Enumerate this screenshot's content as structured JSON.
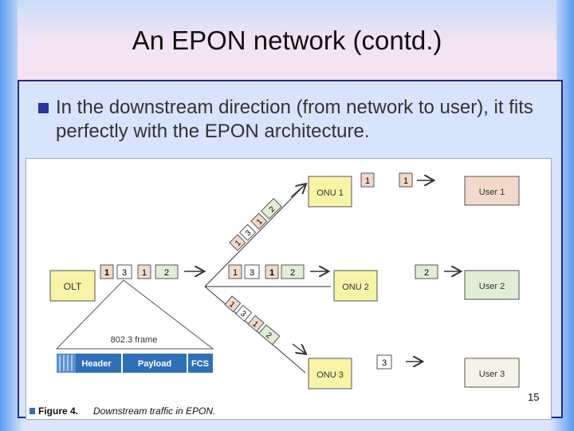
{
  "slide": {
    "title": "An EPON network (contd.)",
    "bullet": "In the downstream direction (from network to user), it fits perfectly with the EPON architecture.",
    "page_number": "15"
  },
  "figure": {
    "caption_label": "Figure 4.",
    "caption_text": "Downstream traffic in EPON.",
    "olt": "OLT",
    "onu1": "ONU 1",
    "onu2": "ONU 2",
    "onu3": "ONU 3",
    "user1": "User 1",
    "user2": "User 2",
    "user3": "User 3",
    "frame_label": "802.3 frame",
    "header": "Header",
    "payload": "Payload",
    "fcs": "FCS",
    "p1": "1",
    "p2": "2",
    "p3": "3"
  },
  "colors": {
    "onu_fill": "#f7f4a8",
    "user1_fill": "#f3d9c9",
    "user2_fill": "#dfeed5",
    "user3_fill": "#f6f3e8",
    "olt_fill": "#f7f4a8",
    "packet1_fill": "#f3d9c9",
    "packet2_fill": "#dfeed5",
    "packet3_fill": "#ffffff",
    "frame_bar": "#2e6fb8",
    "accent_blue": "#2b33a0"
  }
}
